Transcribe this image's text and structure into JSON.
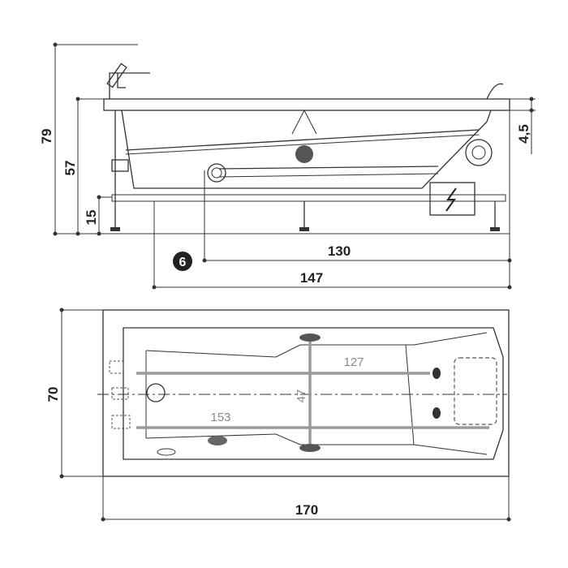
{
  "side_view": {
    "height_total": "79",
    "height_rim": "57",
    "height_base": "15",
    "rim_thickness": "4,5",
    "position_marker": "6",
    "length_130": "130",
    "length_147": "147"
  },
  "top_view": {
    "width": "70",
    "length": "170",
    "inner_127": "127",
    "inner_153": "153",
    "inner_47": "47"
  },
  "colors": {
    "line": "#333333",
    "gray_dimension": "#9a9a9a",
    "dimension_text": "#222222"
  },
  "icons": {
    "electrical_box": "lightning-icon",
    "marker": "circled-number-icon"
  }
}
